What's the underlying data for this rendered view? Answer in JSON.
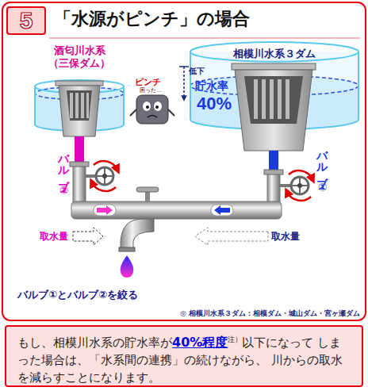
{
  "diagram": {
    "title": "「水源がピンチ」の場合",
    "nodes": [
      {
        "text": [
          "5"
        ]
      },
      {
        "text": [
          "酒匂川水系 （三保ダム）"
        ]
      },
      {
        "text": [
          "相模川水系３ダム",
          "貯水率",
          "40%"
        ]
      },
      {
        "text": [
          "もし、相模川水系の貯水率が",
          "40%程度",
          "注）",
          "以下になって しまった場合は、「水系間の連携」の続けながら、 川からの取水を減らすことになります。"
        ]
      }
    ],
    "labels": [
      "ピンチ",
      "困った…",
      "低下",
      "バルブ②",
      "バルブ①",
      "取水量",
      "取水量",
      "バルブ①とバルブ②を絞る",
      "◎ 相模川水系３ダム：相模ダム・城山ダム・宮ヶ瀬ダム"
    ]
  }
}
